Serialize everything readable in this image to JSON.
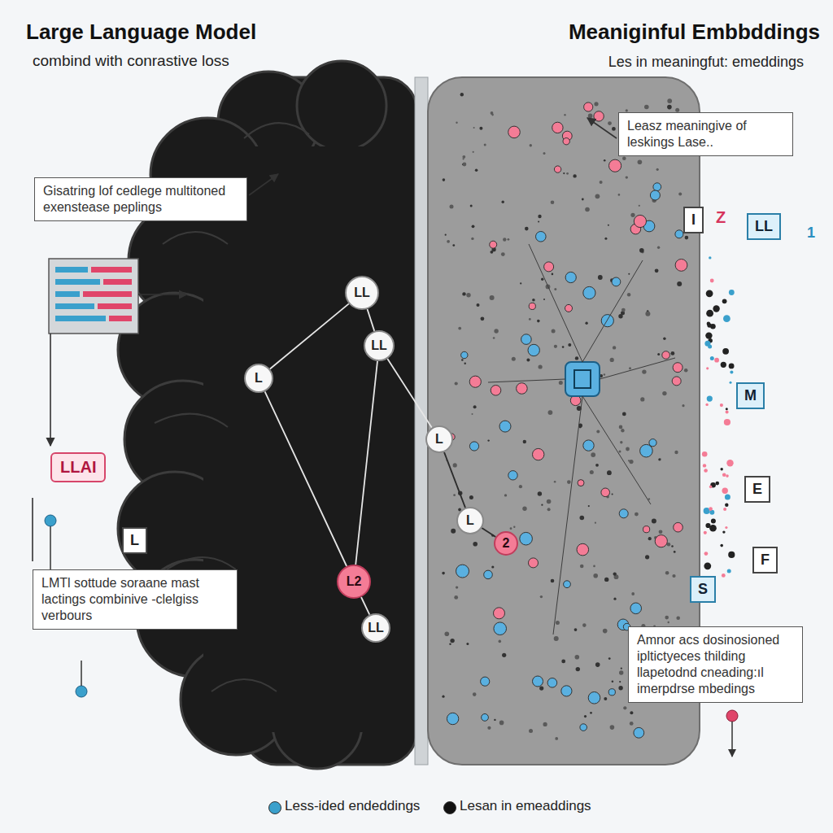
{
  "diagram": {
    "title": "Large Language Model",
    "nodes": [
      {
        "text": [
          "Gisatring lof cedlege multitoned exenstease peplings"
        ]
      },
      {
        "text": [
          "Leasz meaningive of leskings Lase.."
        ]
      },
      {
        "text": [
          "LL"
        ]
      },
      {
        "text": [
          "LL"
        ]
      },
      {
        "text": [
          "L"
        ]
      },
      {
        "text": [
          "L2"
        ]
      },
      {
        "text": [
          "LL"
        ]
      },
      {
        "text": [
          "L"
        ]
      },
      {
        "text": [
          "L"
        ]
      },
      {
        "text": [
          "2"
        ]
      },
      {
        "text": [
          "LLAI"
        ]
      },
      {
        "text": [
          "L"
        ]
      },
      {
        "text": [
          "I"
        ]
      },
      {
        "text": [
          "LL"
        ]
      },
      {
        "text": [
          "M"
        ]
      },
      {
        "text": [
          "E"
        ]
      },
      {
        "text": [
          "F"
        ]
      },
      {
        "text": [
          "S"
        ]
      },
      {
        "text": [
          "LMTl sottude soraane mast lactings combinive -clelgiss verbours"
        ]
      },
      {
        "text": [
          "Amnor acs dosinosioned ipltictyeces thilding llapetodnd cneading:ıl imerpdrse mbedings"
        ]
      }
    ],
    "edges": [
      {
        "from": 2,
        "to": 4,
        "arrow": "none"
      },
      {
        "from": 2,
        "to": 3,
        "arrow": "none"
      },
      {
        "from": 4,
        "to": 5,
        "arrow": "none"
      },
      {
        "from": 3,
        "to": 5,
        "arrow": "none"
      },
      {
        "from": 5,
        "to": 6,
        "arrow": "none"
      },
      {
        "from": 3,
        "to": 7,
        "arrow": "none"
      },
      {
        "from": 7,
        "to": 8,
        "arrow": "none"
      },
      {
        "from": 8,
        "to": 9,
        "arrow": "none"
      }
    ],
    "labels": [
      "combind with conrastive loss",
      "Meaniginful Embbddings",
      "Les in meaningfut: emeddings",
      "Z",
      "1"
    ],
    "legend": [
      {
        "text": "Less-ided endeddings",
        "color": "#3aa0cc"
      },
      {
        "text": "Lesan in emeaddings",
        "color": "#111111"
      }
    ]
  }
}
